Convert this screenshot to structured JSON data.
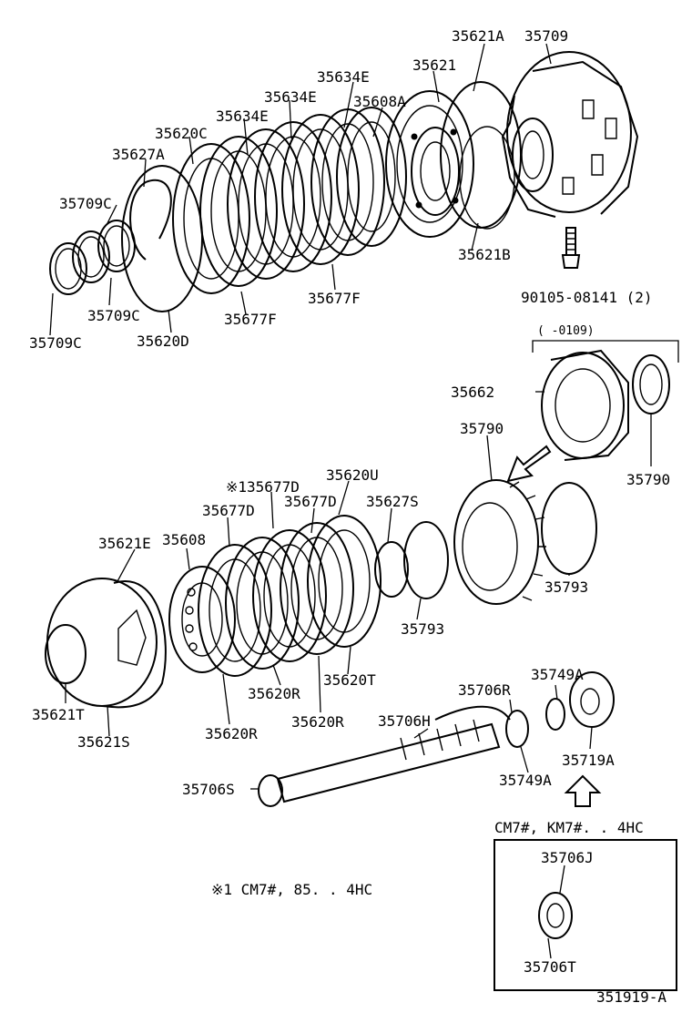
{
  "labels": {
    "p35621A": "35621A",
    "p35709": "35709",
    "p35621": "35621",
    "p35634E_a": "35634E",
    "p35608A": "35608A",
    "p35634E_b": "35634E",
    "p35634E_c": "35634E",
    "p35620C": "35620C",
    "p35627A": "35627A",
    "p35709C_a": "35709C",
    "p35621B": "35621B",
    "p90105": "90105-08141 (2)",
    "p35709C_b": "35709C",
    "p35620D": "35620D",
    "p35677F_a": "35677F",
    "p35677F_b": "35677F",
    "p35709C_c": "35709C",
    "range_note": "(       -0109)",
    "p35662": "35662",
    "p35790_a": "35790",
    "p35790_b": "35790",
    "p135677D": "※135677D",
    "p35620U": "35620U",
    "p35677D_a": "35677D",
    "p35677D_b": "35677D",
    "p35627S": "35627S",
    "p35608": "35608",
    "p35621E": "35621E",
    "p35793_a": "35793",
    "p35793_b": "35793",
    "p35621T": "35621T",
    "p35621S": "35621S",
    "p35620R_a": "35620R",
    "p35620R_b": "35620R",
    "p35620R_c": "35620R",
    "p35620T": "35620T",
    "p35706R": "35706R",
    "p35749A_a": "35749A",
    "p35749A_b": "35749A",
    "p35706H": "35706H",
    "p35719A": "35719A",
    "p35706S": "35706S",
    "variant_note": "CM7#, KM7#. . 4HC",
    "p35706J": "35706J",
    "p35706T": "35706T",
    "footnote": "※1 CM7#, 85. . 4HC",
    "diagram_id": "351919-A"
  }
}
